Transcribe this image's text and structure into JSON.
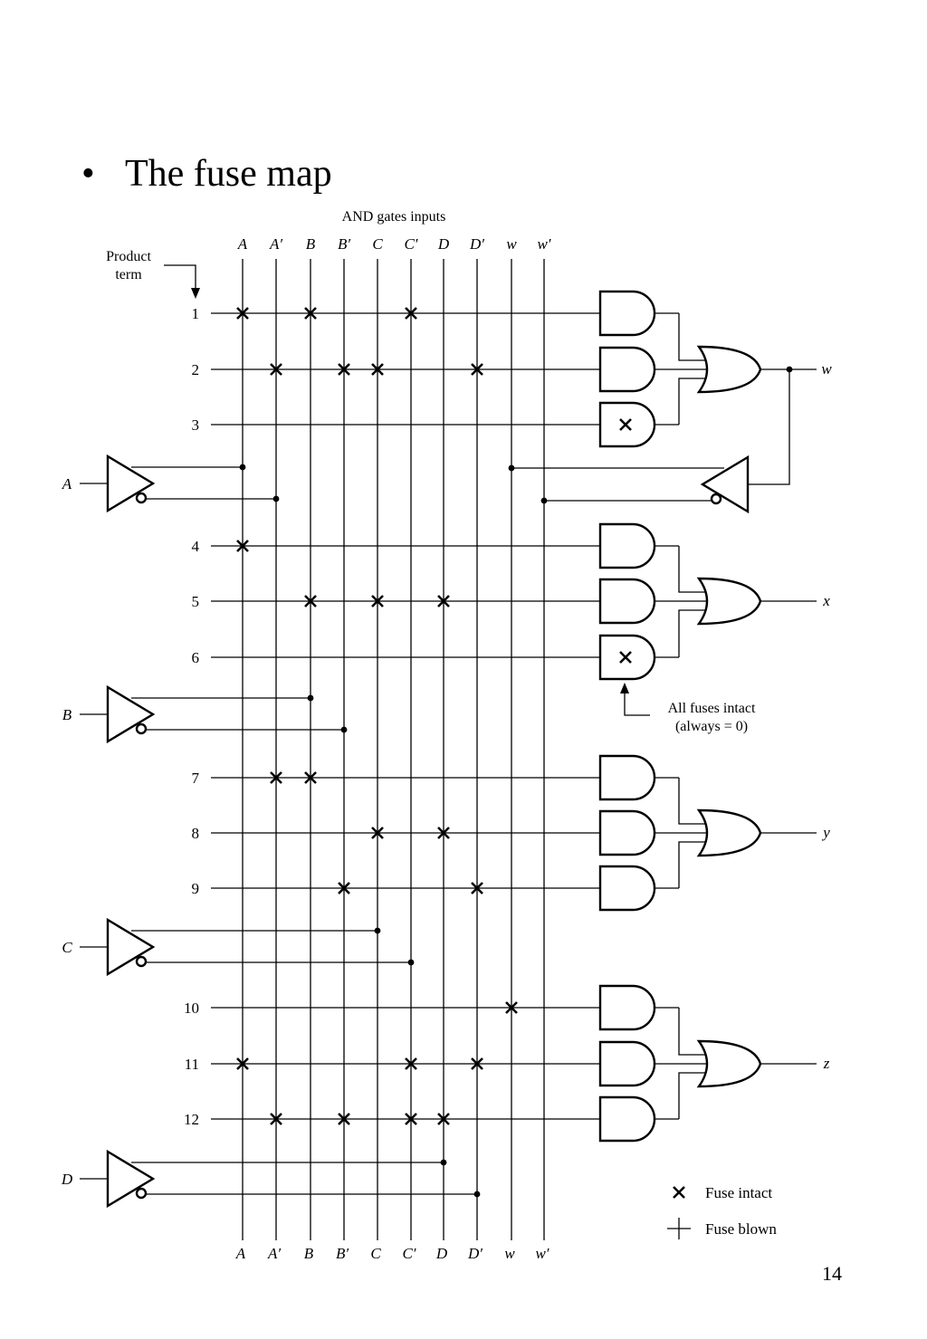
{
  "slide": {
    "bullet": "•",
    "title": "The fuse map",
    "page_number": "14"
  },
  "diagram": {
    "header": "AND gates inputs",
    "product_term_label": [
      "Product",
      "term"
    ],
    "columns": [
      "A",
      "A′",
      "B",
      "B′",
      "C",
      "C′",
      "D",
      "D′",
      "w",
      "w′"
    ],
    "inputs": [
      "A",
      "B",
      "C",
      "D"
    ],
    "feedback_output": "w",
    "product_terms": [
      {
        "num": "1",
        "fuses_intact": [
          "A",
          "B",
          "C′"
        ]
      },
      {
        "num": "2",
        "fuses_intact": [
          "A′",
          "B′",
          "C",
          "D′"
        ]
      },
      {
        "num": "3",
        "fuses_intact": [],
        "note": "all fuses intact"
      },
      {
        "num": "4",
        "fuses_intact": [
          "A"
        ]
      },
      {
        "num": "5",
        "fuses_intact": [
          "B",
          "C",
          "D"
        ]
      },
      {
        "num": "6",
        "fuses_intact": [],
        "note": "all fuses intact"
      },
      {
        "num": "7",
        "fuses_intact": [
          "A′",
          "B"
        ]
      },
      {
        "num": "8",
        "fuses_intact": [
          "C",
          "D"
        ]
      },
      {
        "num": "9",
        "fuses_intact": [
          "B′",
          "D′"
        ]
      },
      {
        "num": "10",
        "fuses_intact": [
          "w"
        ]
      },
      {
        "num": "11",
        "fuses_intact": [
          "A",
          "C′",
          "D′"
        ]
      },
      {
        "num": "12",
        "fuses_intact": [
          "A′",
          "B′",
          "C′",
          "D"
        ]
      }
    ],
    "outputs": [
      "w",
      "x",
      "y",
      "z"
    ],
    "annotation": [
      "All fuses intact",
      "(always = 0)"
    ],
    "legend": {
      "fuse_intact": "Fuse intact",
      "fuse_blown": "Fuse blown"
    }
  }
}
